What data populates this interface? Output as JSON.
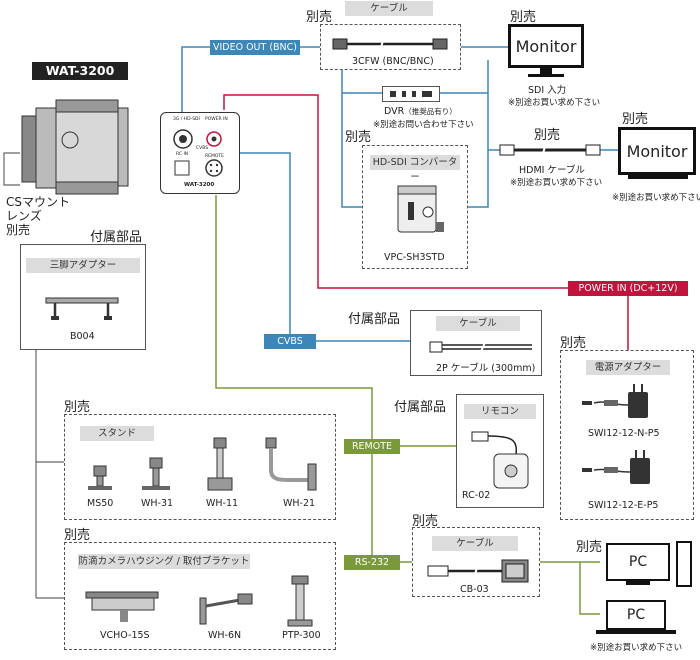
{
  "model": "WAT-3200",
  "labels": {
    "sold_separately": "別売",
    "accessory": "付属部品",
    "cs_mount": "CSマウント",
    "lens": "レンズ",
    "sold_sep_note": "※別途お買い求め下さい",
    "contact_note": "※別途お問い合わせ下さい"
  },
  "signals": {
    "video_out": "VIDEO OUT (BNC)",
    "power_in": "POWER IN (DC+12V)",
    "cvbs": "CVBS",
    "remote": "REMOTE",
    "rs232": "RS-232"
  },
  "cable_top": {
    "header": "ケーブル",
    "model": "3CFW (BNC/BNC)"
  },
  "monitor_top": {
    "label": "Monitor",
    "caption": "SDI 入力"
  },
  "dvr": {
    "name": "DVR",
    "note": "（推奨品有り）"
  },
  "converter": {
    "header": "HD-SDI コンバーター",
    "model": "VPC-SH3STD"
  },
  "hdmi": {
    "caption": "HDMI ケーブル"
  },
  "monitor_right": {
    "label": "Monitor"
  },
  "tripod": {
    "header": "三脚アダプター",
    "model": "B004"
  },
  "cable_2p": {
    "header": "ケーブル",
    "caption": "2P ケーブル (300mm)"
  },
  "power_adapter": {
    "header": "電源アダプター",
    "models": [
      "SWI12-12-N-P5",
      "SWI12-12-E-P5"
    ]
  },
  "remote": {
    "header": "リモコン",
    "model": "RC-02"
  },
  "stand": {
    "header": "スタンド",
    "models": [
      "MS50",
      "WH-31",
      "WH-11",
      "WH-21"
    ]
  },
  "housing": {
    "header": "防滴カメラハウジング / 取付ブラケット",
    "models": [
      "VCHO-15S",
      "WH-6N",
      "PTP-300"
    ]
  },
  "cable_cb": {
    "header": "ケーブル",
    "model": "CB-03"
  },
  "pc": {
    "label": "PC"
  },
  "panel": {
    "video_label": "3G / HD-SDI",
    "power_label": "POWER IN",
    "rc_label": "RC IN",
    "cvbs_label": "CVBS",
    "remote_label": "REMOTE",
    "model": "WAT-3200"
  },
  "colors": {
    "blue": "#3d86b8",
    "red": "#c0143c",
    "green": "#7a9a3a",
    "gray": "#555555"
  }
}
